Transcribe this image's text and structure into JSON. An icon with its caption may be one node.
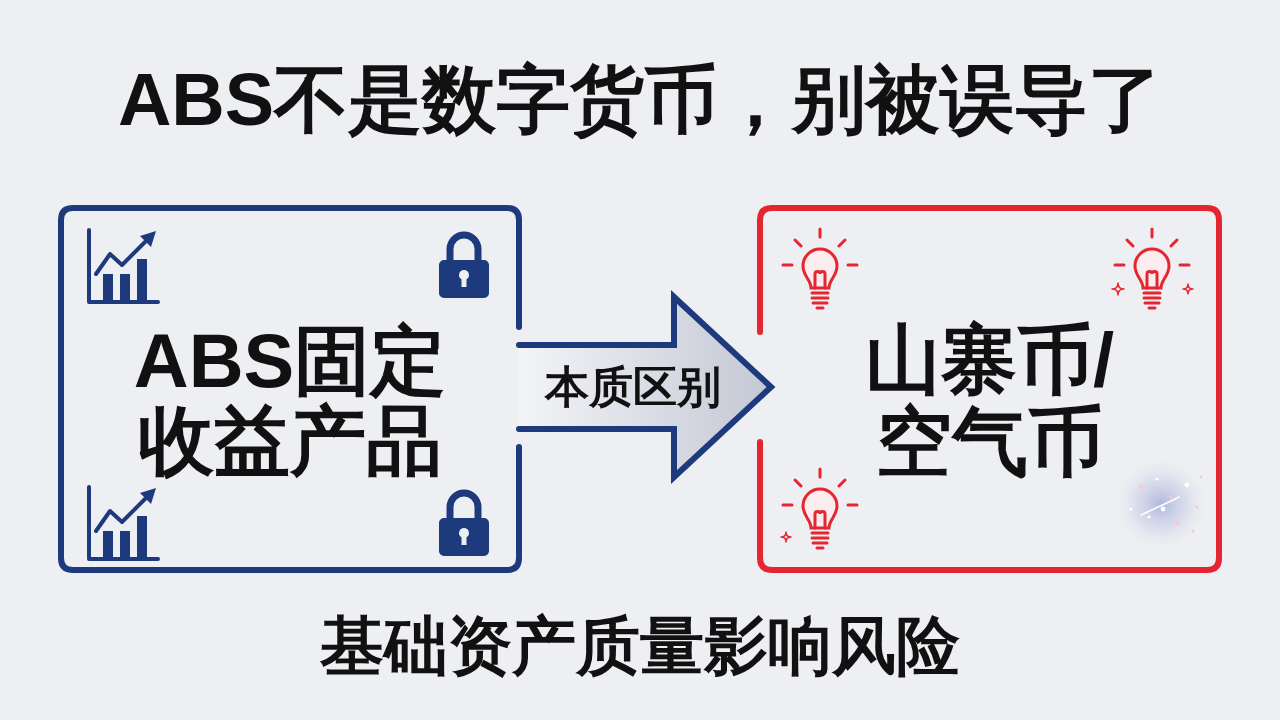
{
  "diagram": {
    "title": "ABS不是数字货币，别被误导了",
    "nodes": [
      {
        "text": [
          "ABS固定收益产品"
        ]
      },
      {
        "text": [
          "山寨币/空气币"
        ]
      }
    ],
    "edges": [
      {
        "from": 0,
        "to": 1,
        "arrow": "to",
        "label": "本质区别",
        "style": "thick"
      }
    ],
    "caption": "基础资产质量影响风险"
  }
}
